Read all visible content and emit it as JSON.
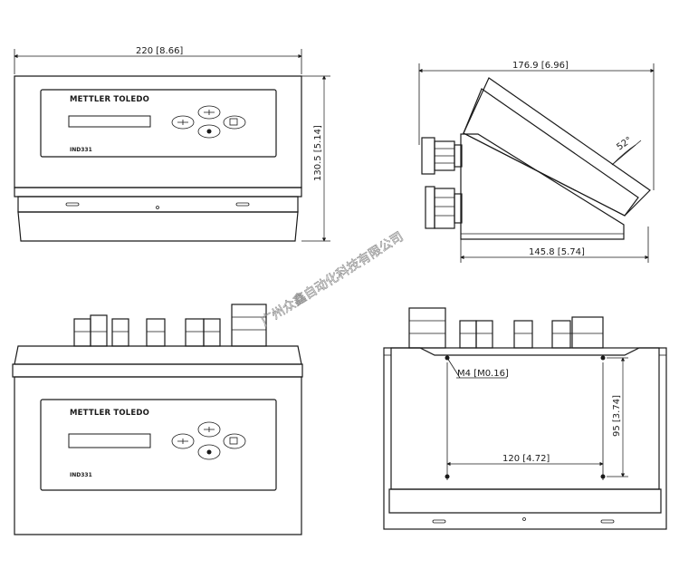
{
  "front_view": {
    "width_dim": "220 [8.66]",
    "height_dim": "130.5 [5.14]",
    "brand": "METTLER TOLEDO",
    "model": "IND331"
  },
  "side_view": {
    "depth_dim": "176.9 [6.96]",
    "base_dim": "145.8 [5.74]",
    "angle_dim": "52°"
  },
  "iso_view": {
    "brand": "METTLER TOLEDO",
    "model": "IND331"
  },
  "bottom_view": {
    "hole_dim": "M4 [M0.16]",
    "spacing_h": "120 [4.72]",
    "spacing_v": "95 [3.74]"
  },
  "watermark": "广州众鑫自动化科技有限公司"
}
